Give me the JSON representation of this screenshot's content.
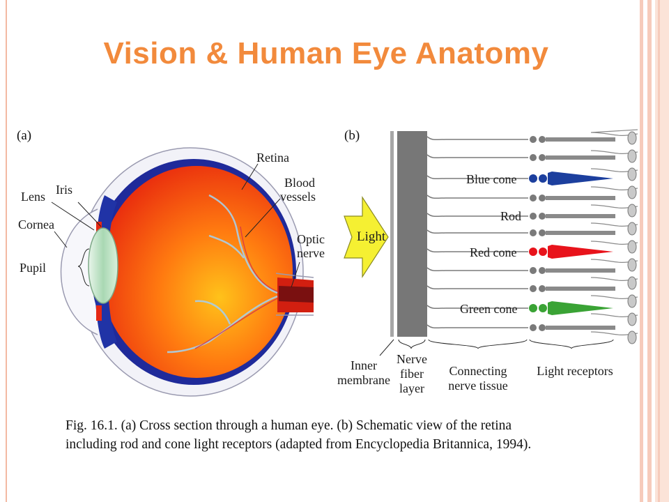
{
  "slide": {
    "title": "Vision & Human Eye Anatomy"
  },
  "figure": {
    "panel_a_label": "(a)",
    "panel_b_label": "(b)",
    "eye_labels": {
      "retina": "Retina",
      "blood_vessels_1": "Blood",
      "blood_vessels_2": "vessels",
      "iris": "Iris",
      "lens": "Lens",
      "cornea": "Cornea",
      "pupil": "Pupil",
      "optic_nerve_1": "Optic",
      "optic_nerve_2": "nerve"
    },
    "retina_labels": {
      "light": "Light",
      "blue_cone": "Blue cone",
      "rod": "Rod",
      "red_cone": "Red cone",
      "green_cone": "Green cone",
      "inner_membrane_1": "Inner",
      "inner_membrane_2": "membrane",
      "nerve_fiber_1": "Nerve",
      "nerve_fiber_2": "fiber",
      "nerve_fiber_3": "layer",
      "connecting_1": "Connecting",
      "connecting_2": "nerve tissue",
      "light_receptors": "Light receptors"
    },
    "caption_line1": "Fig. 16.1. (a) Cross section through a human eye. (b) Schematic view of the retina",
    "caption_line2": "including rod and cone light receptors (adapted from Encyclopedia Britannica, 1994)."
  },
  "colors": {
    "title": "#f28a3c",
    "blue_cone": "#1c3f9e",
    "red_cone": "#e8131b",
    "green_cone": "#3aa335",
    "light_arrow": "#f5f032"
  }
}
